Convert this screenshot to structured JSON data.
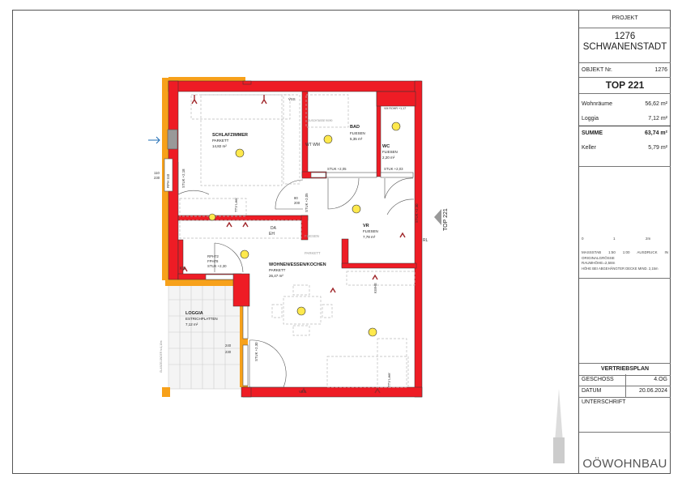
{
  "title_block": {
    "projekt_label": "PROJEKT",
    "projekt_nr": "1276",
    "projekt_name": "SCHWANENSTADT",
    "objekt_label": "OBJEKT Nr.",
    "objekt_value": "1276",
    "top": "TOP 221",
    "areas": [
      {
        "label": "Wohnräume",
        "value": "56,62 m²"
      },
      {
        "label": "Loggia",
        "value": "7,12 m²"
      },
      {
        "label": "SUMME",
        "value": "63,74 m²"
      },
      {
        "label": "Keller",
        "value": "5,79 m²"
      }
    ],
    "scale": {
      "ticks": [
        "0",
        "1",
        "2m"
      ],
      "massstab": "MASSSTAB",
      "ratio_a": "1:50",
      "ratio_b": "1:00",
      "ausdruck": "AUSDRUCK",
      "unit": "IN"
    },
    "notes": [
      "ORIGINALGRÖSSE",
      "RAUMHÖHE=2,58m",
      "HÖHE BEI ABGEHÄNGTER DECKE MIND. 2,15m"
    ],
    "plan_type": "VERTRIEBSPLAN",
    "geschoss_label": "GESCHOSS",
    "geschoss_value": "4.OG",
    "datum_label": "DATUM",
    "datum_value": "20.06.2024",
    "unterschrift_label": "UNTERSCHRIFT",
    "logo_text": "OÖWOHNBAU",
    "colors": {
      "wall": "#ee1c25",
      "loggia_wall": "#f7a11a",
      "logo_green": "#8cc63f",
      "logo_blue": "#1f6db5"
    }
  },
  "plan": {
    "rooms": [
      {
        "name": "SCHLAFZIMMER",
        "floor": "PARKETT",
        "area": "14,82 m²"
      },
      {
        "name": "BAD",
        "floor": "FLIESEN",
        "area": "5,35 m²"
      },
      {
        "name": "WC",
        "floor": "FLIESEN",
        "area": "2,20 m²"
      },
      {
        "name": "VR",
        "floor": "FLIESEN",
        "area": "7,78 m²"
      },
      {
        "name": "WOHNEN/ESSEN/KOCHEN",
        "floor": "PARKETT",
        "area": "26,47 m²"
      },
      {
        "name": "LOGGIA",
        "floor": "ESTRICHPLATTEN",
        "area": "7,12 m²"
      }
    ],
    "labels": {
      "vss1": "VSS",
      "vss2": "VSS",
      "wtwm": "WT WM",
      "ks": "KS",
      "da": "DA",
      "eh": "EH",
      "vmrohr": "VM ROHR +1,17",
      "stuk205": "STUK +2,05",
      "stuk203": "STUK +2,03",
      "stuk205b": "STUK +2,05",
      "stuk230a": "STUK +2,30",
      "stuk230b": "STUK +2,30",
      "stuk218": "STUK +2,18",
      "win_dim_a": "110",
      "win_dim_b": "230",
      "rph": "RPH 110",
      "door_a": "80",
      "door_b": "200",
      "rph72": "RPH72",
      "fph78": "FPH78",
      "stuk230c": "STUK +2,30",
      "loggia_a": "240",
      "loggia_b": "230",
      "fliesen": "FLIESEN",
      "parkett": "PARKETT",
      "ttv1": "TTV Leer",
      "ttv2": "TTV Leer",
      "kwhe": "KWHE",
      "rl": "RL",
      "geland": "GLASGELÄNDER h=1,10m",
      "top_arrow": "TOP 221",
      "shower": "DUSCHTASSE 90/90"
    }
  }
}
